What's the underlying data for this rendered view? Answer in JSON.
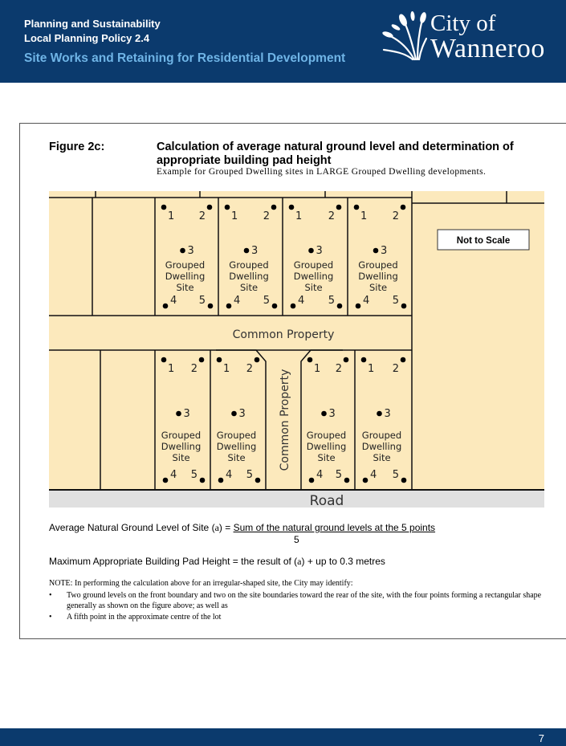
{
  "header": {
    "line1": "Planning and Sustainability",
    "line2": "Local Planning Policy 2.4",
    "line3": "Site Works and Retaining for Residential Development",
    "logo": {
      "city": "City of",
      "name": "Wanneroo",
      "icon": "reed-plant-icon"
    }
  },
  "figure": {
    "label": "Figure 2c:",
    "title": "Calculation of average natural ground level and determination of appropriate building pad height",
    "subtitle": "Example for Grouped Dwelling sites in LARGE Grouped Dwelling developments.",
    "not_to_scale": "Not to Scale",
    "common_property": "Common Property",
    "road": "Road",
    "site_line1": "Grouped",
    "site_line2": "Dwelling",
    "site_line3": "Site",
    "point_labels": [
      "1",
      "2",
      "3",
      "4",
      "5"
    ]
  },
  "formula": {
    "prefix": "Average Natural Ground Level of Site (",
    "var": "a",
    "mid": ") = ",
    "numerator": "Sum of the natural ground levels at the 5 points",
    "denominator": "5"
  },
  "max_height": {
    "prefix": "Maximum Appropriate Building Pad Height = the result of (",
    "var": "a",
    "suffix": ") + up to 0.3 metres"
  },
  "note": {
    "intro": "NOTE: In performing the calculation above for an irregular-shaped site, the City may identify:",
    "bullets": [
      "Two ground levels on the front boundary and two on the site boundaries toward the rear of the site, with the four points forming a rectangular shape generally as shown on the figure above; as well as",
      "A fifth point in the approximate centre of the lot"
    ]
  },
  "footer": {
    "page": "7"
  },
  "colors": {
    "navy": "#0b3a6d",
    "accent": "#6fb4e6",
    "lot": "#fce9bc",
    "road": "#e0e0e0"
  }
}
